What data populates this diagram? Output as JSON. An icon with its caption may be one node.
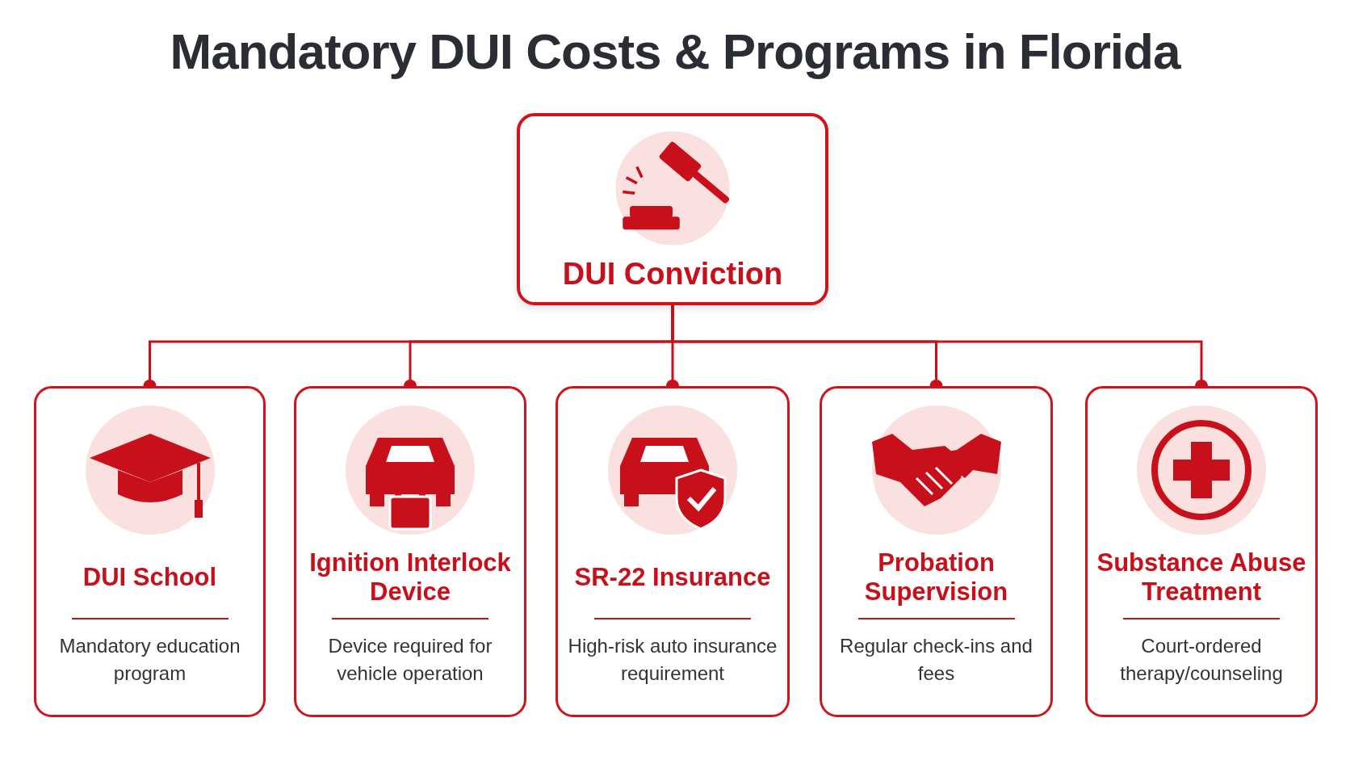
{
  "diagram": {
    "title": "Mandatory DUI Costs & Programs in Florida",
    "nodes": [
      {
        "text": [
          "DUI Conviction"
        ]
      },
      {
        "text": [
          "DUI School",
          "Mandatory education program"
        ]
      },
      {
        "text": [
          "Ignition Interlock Device",
          "Device required for vehicle operation"
        ]
      },
      {
        "text": [
          "SR-22 Insurance",
          "High-risk auto insurance requirement"
        ]
      },
      {
        "text": [
          "Probation Supervision",
          "Regular check-ins and fees"
        ]
      },
      {
        "text": [
          "Substance Abuse Treatment",
          "Court-ordered therapy/counseling"
        ]
      }
    ],
    "edges": [
      {
        "from": 0,
        "to": 1,
        "arrow": "other"
      },
      {
        "from": 0,
        "to": 2,
        "arrow": "other"
      },
      {
        "from": 0,
        "to": 3,
        "arrow": "other"
      },
      {
        "from": 0,
        "to": 4,
        "arrow": "other"
      },
      {
        "from": 0,
        "to": 5,
        "arrow": "other"
      }
    ]
  }
}
